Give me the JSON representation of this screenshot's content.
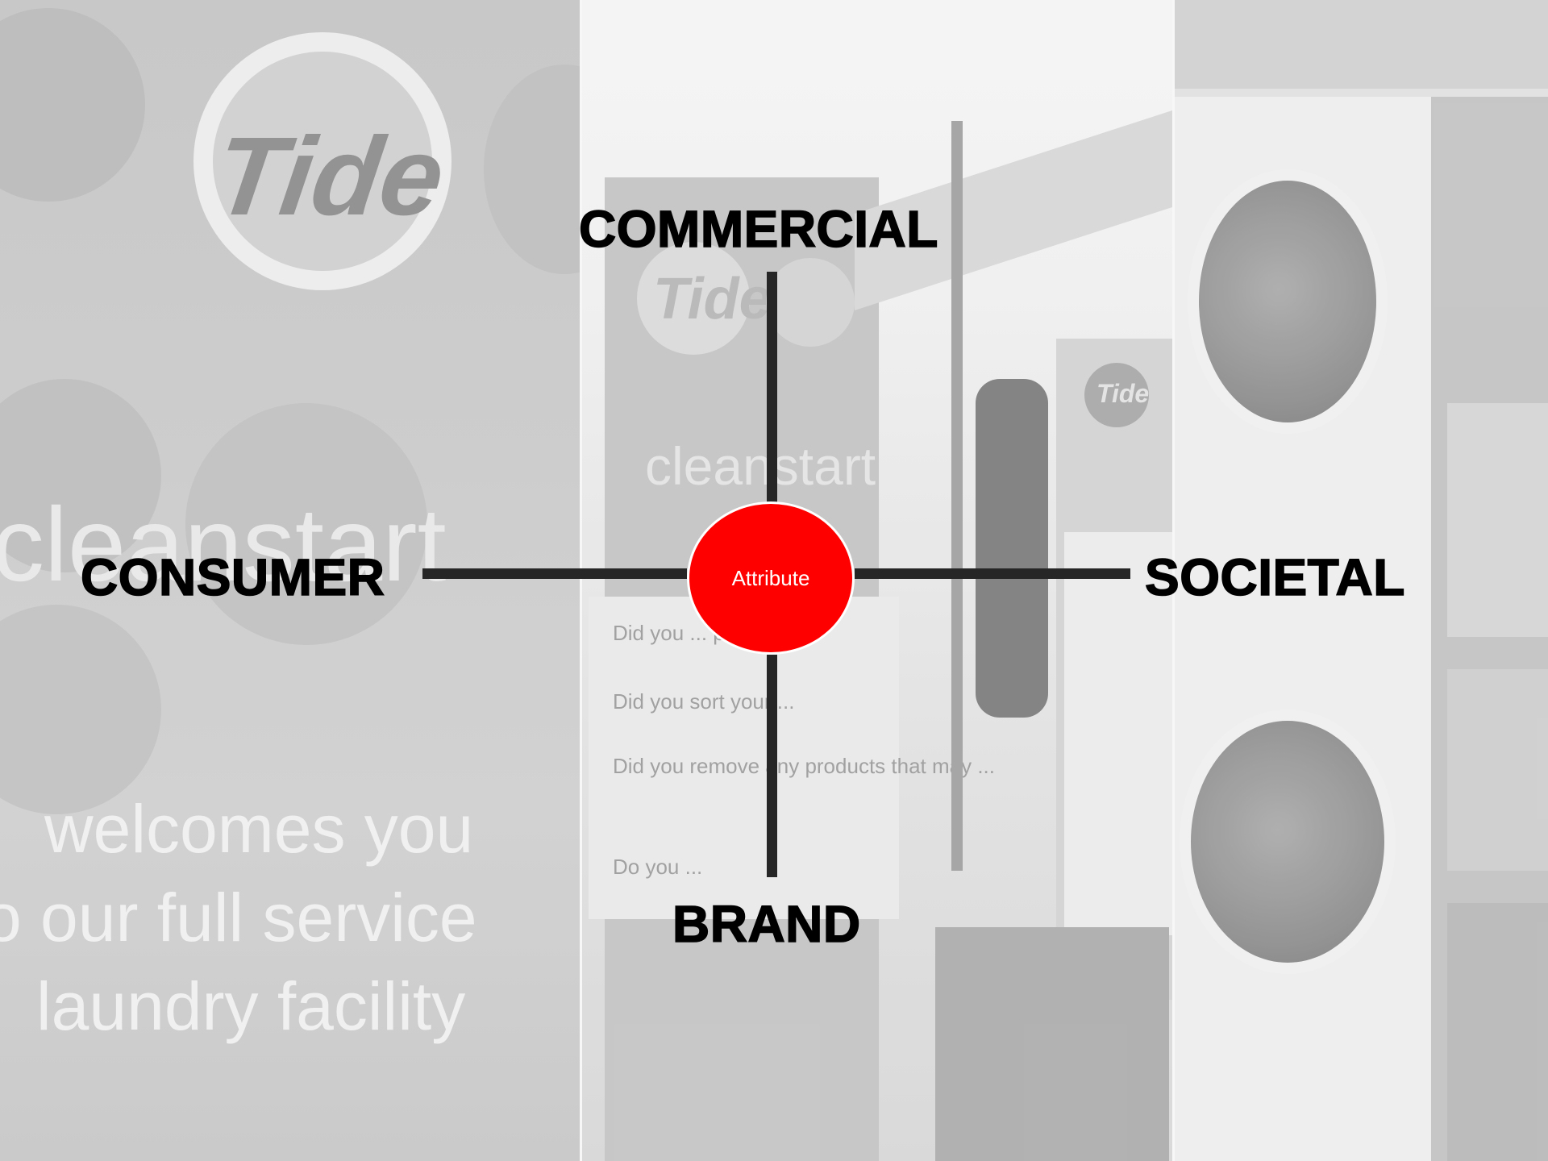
{
  "diagram": {
    "center": {
      "label": "Attribute",
      "color": "#ff0000"
    },
    "axes": {
      "top": "COMMERCIAL",
      "left": "CONSUMER",
      "right": "SOCIETAL",
      "bottom": "BRAND"
    },
    "line_color": "#262626"
  },
  "background": {
    "left_panel": {
      "logo": "Tide",
      "brand_line": "cleanstart",
      "tagline": [
        "welcomes you",
        "o our full service",
        "laundry facility"
      ]
    },
    "mid_panel": {
      "logo": "Tide",
      "brand_line": "cleanstart",
      "sign_lines": [
        "Did you ... product",
        "Did you sort your ...",
        "Did you remove any products that may ...",
        "Do you ..."
      ]
    },
    "right_panel": {
      "logo": "Tide"
    }
  }
}
